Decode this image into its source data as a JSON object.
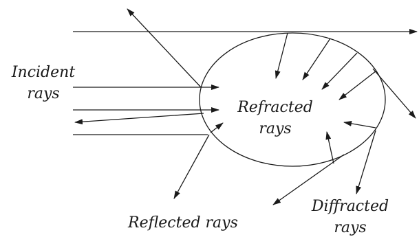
{
  "labels": {
    "incident": [
      "Incident",
      "rays"
    ],
    "refracted": [
      "Refracted",
      "rays"
    ],
    "reflected": "Reflected rays",
    "diffracted": [
      "Diffracted",
      "rays"
    ]
  },
  "colors": {
    "ink": "#1a1a1a",
    "background": "#ffffff"
  }
}
